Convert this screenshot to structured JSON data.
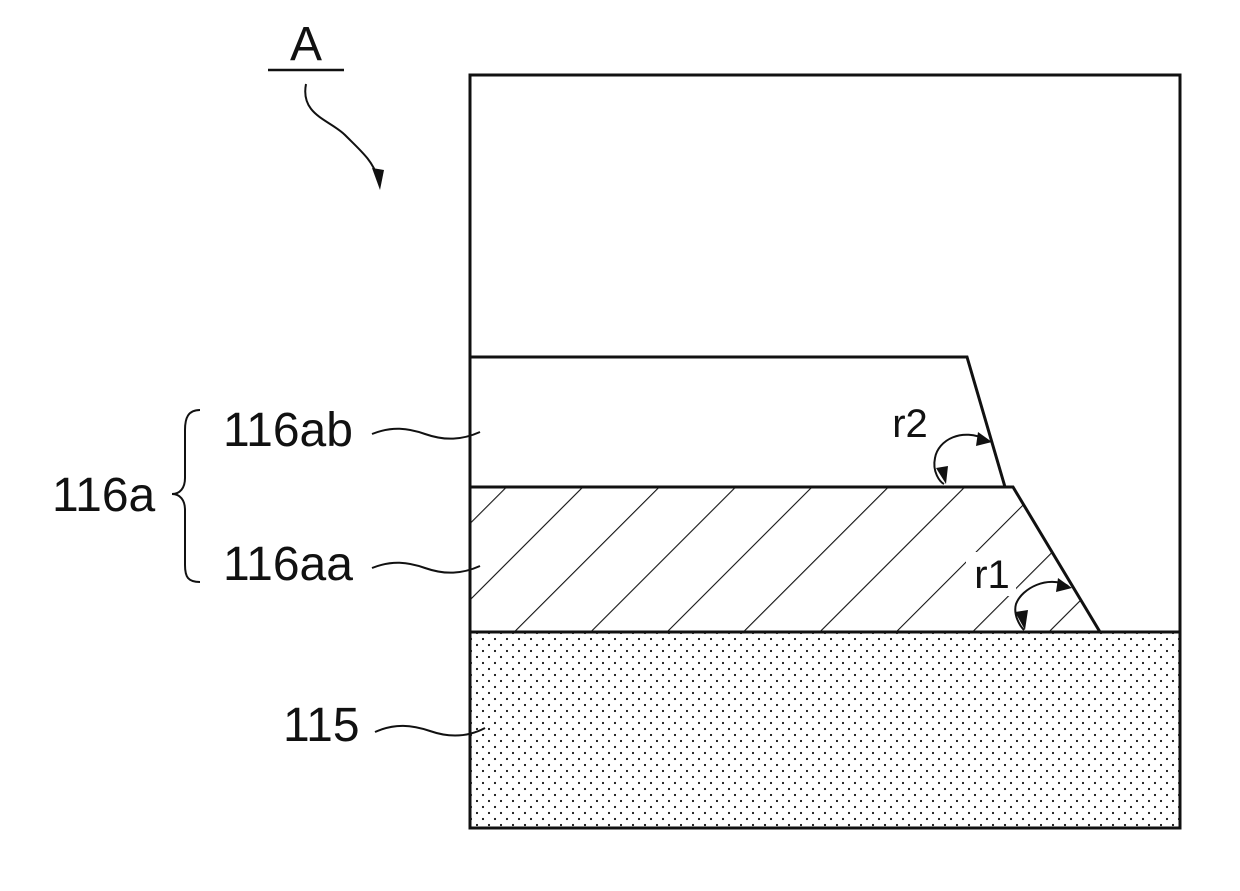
{
  "figure": {
    "view_label": "A",
    "group_label": "116a",
    "layers": {
      "upper": "116ab",
      "lower": "116aa",
      "substrate": "115"
    },
    "angles": {
      "upper_taper": "r2",
      "lower_taper": "r1"
    }
  }
}
